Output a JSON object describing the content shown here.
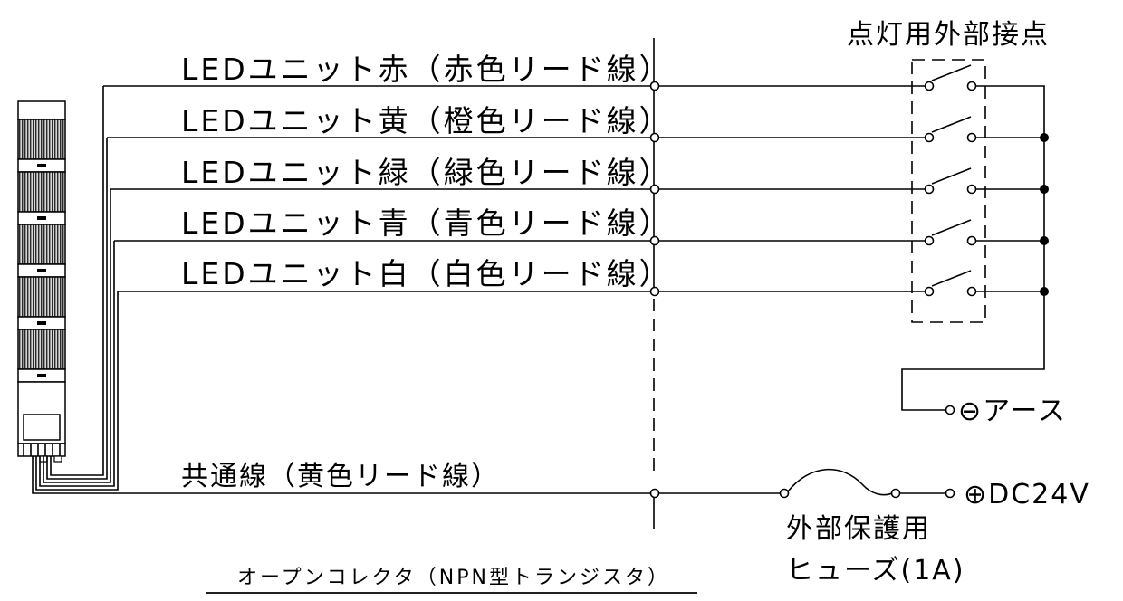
{
  "leds": [
    {
      "label": "LEDユニット赤（赤色リード線）"
    },
    {
      "label": "LEDユニット黄（橙色リード線）"
    },
    {
      "label": "LEDユニット緑（緑色リード線）"
    },
    {
      "label": "LEDユニット青（青色リード線）"
    },
    {
      "label": "LEDユニット白（白色リード線）"
    }
  ],
  "common_line_label": "共通線（黄色リード線）",
  "switch_box_title": "点灯用外部接点",
  "earth_label": "⊖アース",
  "dc_label": "⊕DC24V",
  "fuse_label_line1": "外部保護用",
  "fuse_label_line2": "ヒューズ(1A)",
  "footer_label": "オープンコレクタ（NPN型トランジスタ）"
}
